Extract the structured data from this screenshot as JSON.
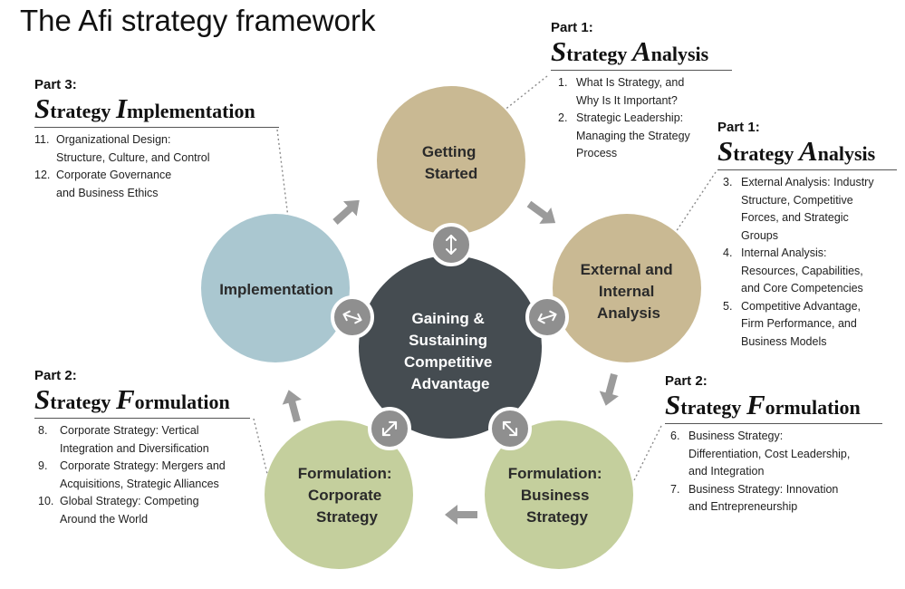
{
  "title": "The Afi strategy framework",
  "colors": {
    "tan": "#c9b993",
    "blue": "#aac7d0",
    "green": "#c4cf9d",
    "center": "#454c51",
    "connector": "#8b8b8b",
    "arrow": "#9b9b9b"
  },
  "icons": [
    "double-arrow-vertical-icon",
    "double-arrow-horizontal-icon",
    "double-arrow-diagonal-icon"
  ],
  "diagram": {
    "center": {
      "lines": [
        "Gaining &",
        "Sustaining",
        "Competitive",
        "Advantage"
      ]
    },
    "circles": [
      {
        "id": "getting-started",
        "lines": [
          "Getting",
          "Started"
        ]
      },
      {
        "id": "external-internal",
        "lines": [
          "External and",
          "Internal",
          "Analysis"
        ]
      },
      {
        "id": "formulation-business",
        "lines": [
          "Formulation:",
          "Business",
          "Strategy"
        ]
      },
      {
        "id": "formulation-corporate",
        "lines": [
          "Formulation:",
          "Corporate",
          "Strategy"
        ]
      },
      {
        "id": "implementation",
        "lines": [
          "Implementation"
        ]
      }
    ]
  },
  "panels": {
    "p1a": {
      "part": "Part 1:",
      "h1": "S",
      "h2": "trategy ",
      "h3": "A",
      "h4": "nalysis",
      "items": [
        {
          "num": "1.",
          "text": [
            "What Is Strategy, and",
            "Why Is It Important?"
          ]
        },
        {
          "num": "2.",
          "text": [
            "Strategic Leadership:",
            "Managing the Strategy",
            "Process"
          ]
        }
      ]
    },
    "p1b": {
      "part": "Part 1:",
      "h1": "S",
      "h2": "trategy ",
      "h3": "A",
      "h4": "nalysis",
      "items": [
        {
          "num": "3.",
          "text": [
            "External Analysis: Industry",
            "Structure, Competitive",
            "Forces, and Strategic",
            "Groups"
          ]
        },
        {
          "num": "4.",
          "text": [
            "Internal Analysis:",
            "Resources, Capabilities,",
            "and Core Competencies"
          ]
        },
        {
          "num": "5.",
          "text": [
            "Competitive Advantage,",
            "Firm Performance, and",
            "Business Models"
          ]
        }
      ]
    },
    "p2b": {
      "part": "Part 2:",
      "h1": "S",
      "h2": "trategy ",
      "h3": "F",
      "h4": "ormulation",
      "items": [
        {
          "num": "6.",
          "text": [
            "Business Strategy:",
            "Differentiation, Cost Leadership,",
            "and Integration"
          ]
        },
        {
          "num": "7.",
          "text": [
            "Business Strategy: Innovation",
            "and Entrepreneurship"
          ]
        }
      ]
    },
    "p2c": {
      "part": "Part 2:",
      "h1": "S",
      "h2": "trategy ",
      "h3": "F",
      "h4": "ormulation",
      "items": [
        {
          "num": "8.",
          "text": [
            "Corporate Strategy: Vertical",
            "Integration and Diversification"
          ]
        },
        {
          "num": "9.",
          "text": [
            "Corporate Strategy: Mergers and",
            "Acquisitions, Strategic Alliances"
          ]
        },
        {
          "num": "10.",
          "text": [
            "Global Strategy: Competing",
            "Around the World"
          ]
        }
      ]
    },
    "p3": {
      "part": "Part 3:",
      "h1": "S",
      "h2": "trategy ",
      "h3": "I",
      "h4": "mplementation",
      "items": [
        {
          "num": "11.",
          "text": [
            "Organizational Design:",
            "Structure, Culture, and Control"
          ]
        },
        {
          "num": "12.",
          "text": [
            "Corporate Governance",
            "and Business Ethics"
          ]
        }
      ]
    }
  }
}
